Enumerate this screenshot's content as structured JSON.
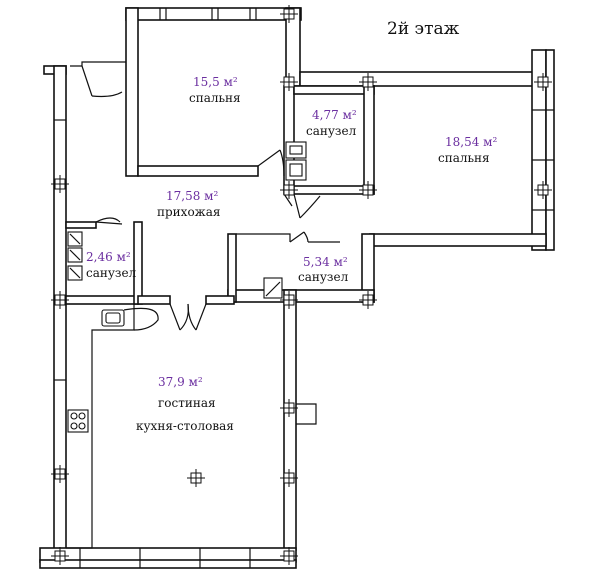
{
  "floor_label": "2й этаж",
  "colors": {
    "area": "#6b2fa0",
    "line": "#111111"
  },
  "rooms": [
    {
      "id": "bedroom-1",
      "area": "15,5 м²",
      "name": "спальня"
    },
    {
      "id": "bathroom-1",
      "area": "4,77 м²",
      "name": "санузел"
    },
    {
      "id": "bedroom-2",
      "area": "18,54 м²",
      "name": "спальня"
    },
    {
      "id": "hallway",
      "area": "17,58 м²",
      "name": "прихожая"
    },
    {
      "id": "bathroom-2",
      "area": "2,46 м²",
      "name": "санузел"
    },
    {
      "id": "bathroom-3",
      "area": "5,34 м²",
      "name": "санузел"
    },
    {
      "id": "living",
      "area": "37,9 м²",
      "name": "гостиная",
      "name2": "кухня-столовая"
    }
  ]
}
